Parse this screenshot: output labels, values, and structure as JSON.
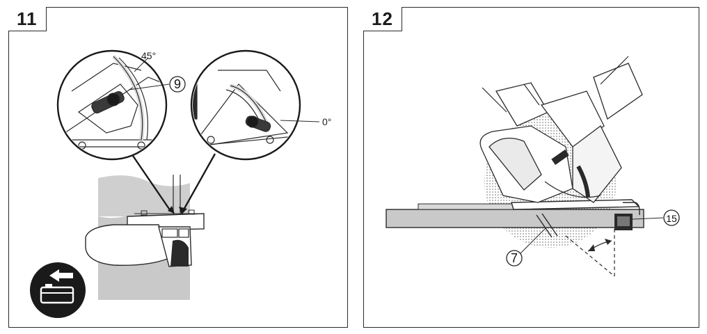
{
  "panels": [
    {
      "number": "11",
      "labels": {
        "angle_45": "45°",
        "callout_9": "9",
        "angle_0": "0°"
      }
    },
    {
      "number": "12",
      "labels": {
        "callout_15": "15",
        "callout_7": "7"
      }
    }
  ],
  "colors": {
    "line": "#2a2a2a",
    "gray_fill": "#c8c8c8",
    "dark": "#222222",
    "dot_fill": "#9a9a9a"
  },
  "icons": [
    "battery-remove-icon"
  ]
}
